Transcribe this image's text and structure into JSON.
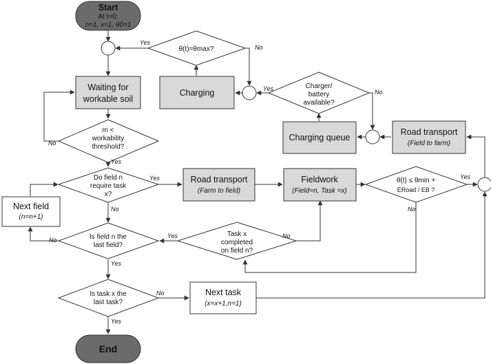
{
  "flowchart": {
    "start": {
      "title": "Start",
      "line2": "At t=0:",
      "line3": "n=1, x=1, θ0=1"
    },
    "end": {
      "title": "End"
    },
    "processes": {
      "waiting": {
        "line1": "Waiting for",
        "line2": "workable  soil"
      },
      "charging": {
        "line1": "Charging"
      },
      "charging_queue": {
        "line1": "Charging queue"
      },
      "road_farm_to_field": {
        "line1": "Road transport",
        "line2": "(Farm to field)"
      },
      "fieldwork": {
        "line1": "Fieldwork",
        "line2": "(Field=n, Task =x)"
      },
      "road_field_to_farm": {
        "line1": "Road transport",
        "line2": "(Field to farm)"
      },
      "next_field": {
        "line1": "Next field",
        "line2": "(n=n+1)"
      },
      "next_task": {
        "line1": "Next task",
        "line2": "(x=x+1,n=1)"
      }
    },
    "decisions": {
      "theta_max": {
        "line1": "θ(t)=θmax?"
      },
      "charger_available": {
        "line1": "Charger/",
        "line2": "battery",
        "line3": "available?"
      },
      "workability": {
        "line1": "m  <",
        "line2": "workability",
        "line3": "threshold?"
      },
      "require_task": {
        "line1": "Do field n",
        "line2": "require task",
        "line3": "x?"
      },
      "theta_min": {
        "line1": "θ(t) ≤ θmin +",
        "line2": "ERoad / EB ?"
      },
      "task_completed": {
        "line1": "Task x",
        "line2": "completed",
        "line3": "on field n?"
      },
      "last_field": {
        "line1": "Is field n the",
        "line2": "last field?"
      },
      "last_task": {
        "line1": "Is task x the",
        "line2": "last task?"
      }
    },
    "labels": {
      "yes": "Yes",
      "no": "No"
    }
  }
}
